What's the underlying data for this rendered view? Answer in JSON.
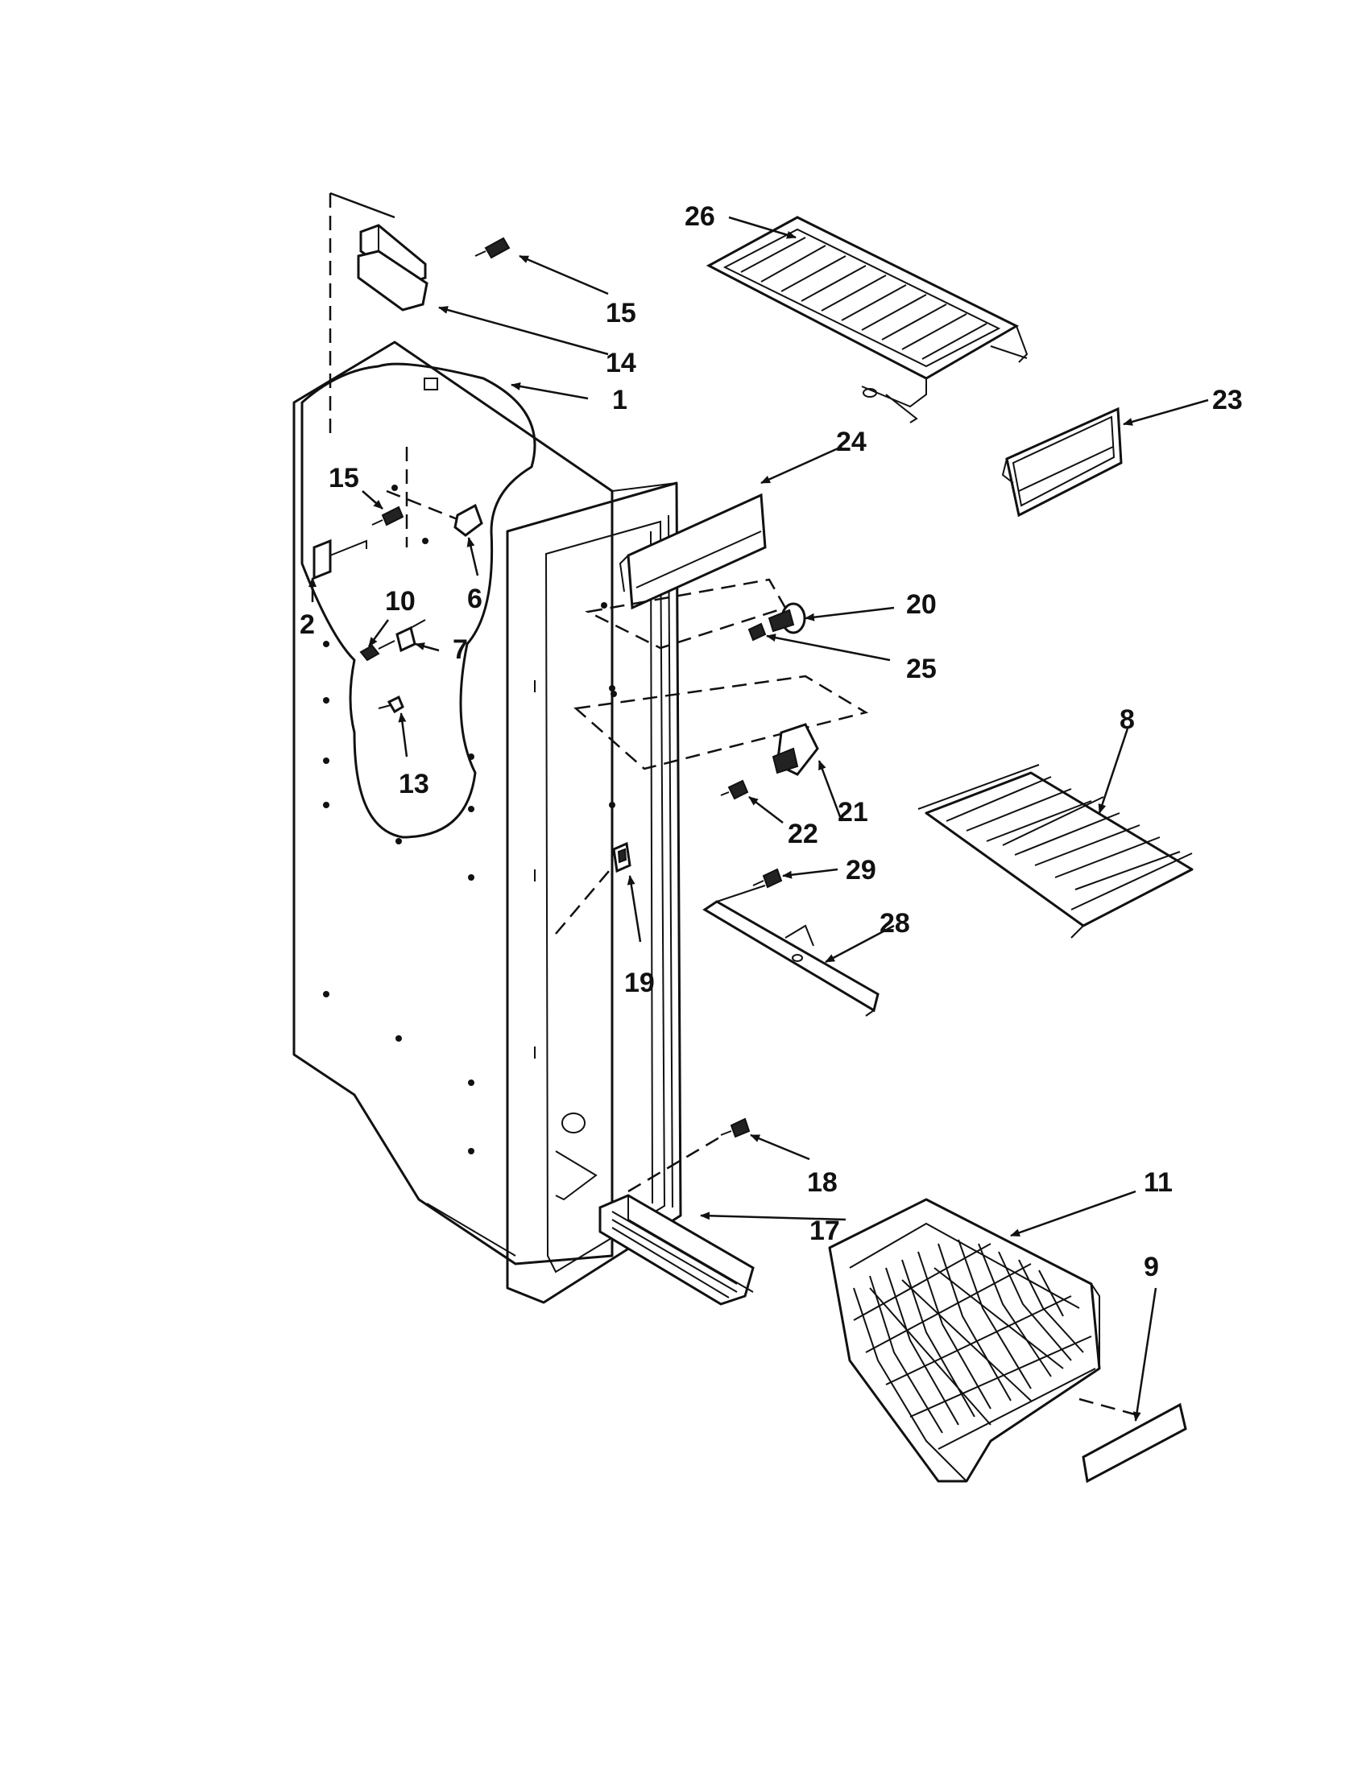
{
  "callouts": {
    "c1": "1",
    "c2": "2",
    "c6": "6",
    "c7": "7",
    "c8": "8",
    "c9": "9",
    "c10": "10",
    "c11": "11",
    "c13": "13",
    "c14": "14",
    "c15a": "15",
    "c15b": "15",
    "c17": "17",
    "c18": "18",
    "c19": "19",
    "c20": "20",
    "c21": "21",
    "c22": "22",
    "c23": "23",
    "c24": "24",
    "c25": "25",
    "c26": "26",
    "c28": "28",
    "c29": "29"
  }
}
